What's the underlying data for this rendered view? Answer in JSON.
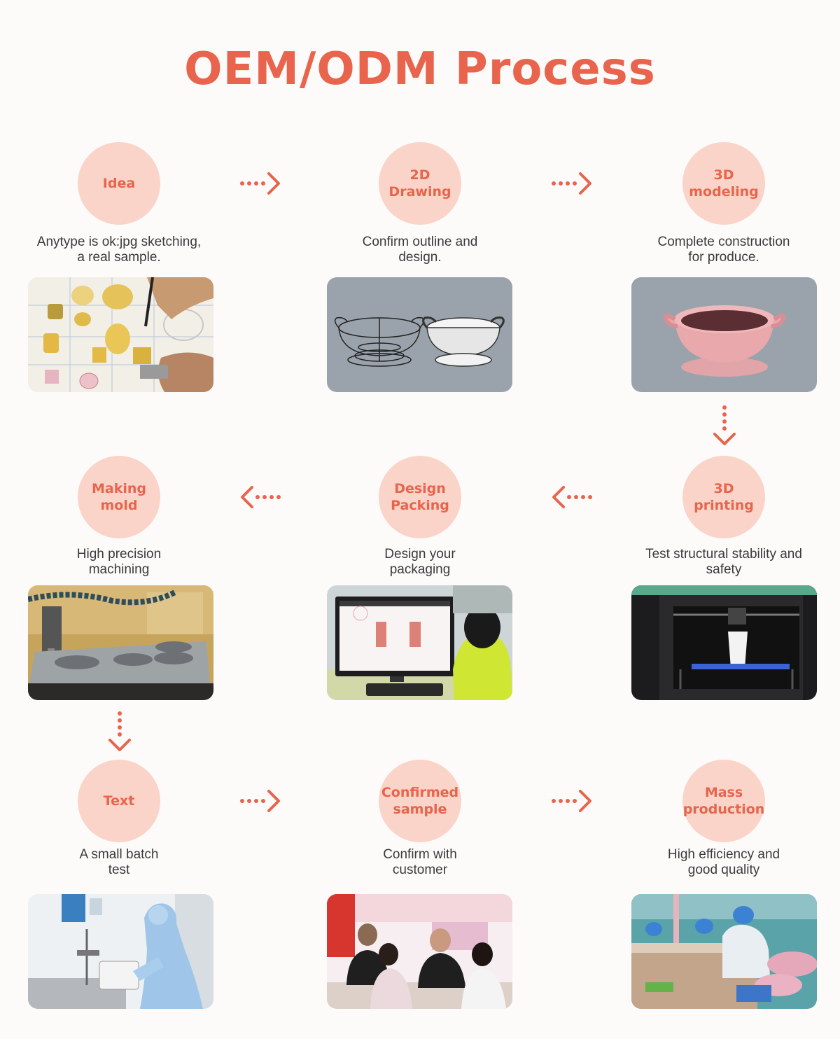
{
  "title": "OEM/ODM Process",
  "colors": {
    "accent": "#e8644c",
    "circle_fill": "#fad4c8",
    "arrow": "#e8644c",
    "text": "#3a3a3a"
  },
  "steps": [
    {
      "label": "Idea",
      "desc": "Anytype is ok:jpg sketching,\na real sample."
    },
    {
      "label": "2D\nDrawing",
      "desc": "Confirm outline and\ndesign."
    },
    {
      "label": "3D\nmodeling",
      "desc": "Complete construction\nfor produce."
    },
    {
      "label": "3D\nprinting",
      "desc": "Test structural stability and\nsafety"
    },
    {
      "label": "Design\nPacking",
      "desc": "Design your\npackaging"
    },
    {
      "label": "Making\nmold",
      "desc": "High precision\nmachining"
    },
    {
      "label": "Text",
      "desc": "A small batch\ntest"
    },
    {
      "label": "Confirmed\nsample",
      "desc": "Confirm with\ncustomer"
    },
    {
      "label": "Mass\nproduction",
      "desc": "High efficiency and\ngood quality"
    }
  ]
}
